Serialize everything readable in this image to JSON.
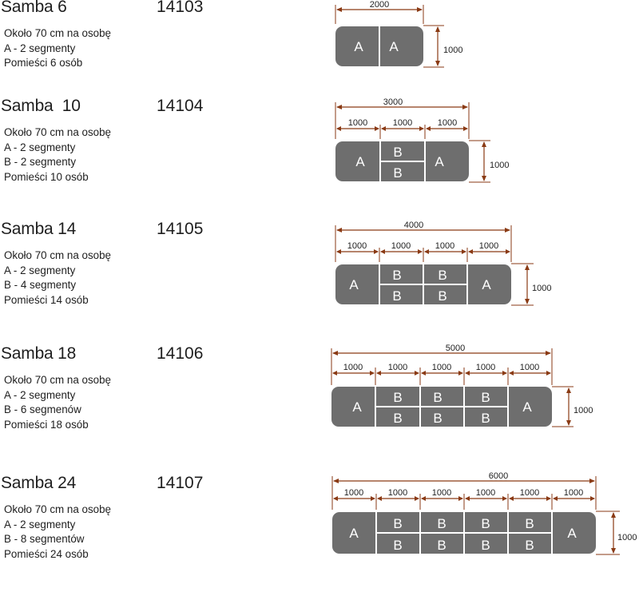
{
  "colors": {
    "segment": "#6e6e6e",
    "dimension": "#8a3a14",
    "separator": "#ffffff"
  },
  "entries": [
    {
      "name": "Samba 6",
      "code": "14103",
      "lines": [
        "Około 70 cm na osobę",
        "A - 2 segmenty",
        "Pomieści 6 osób"
      ],
      "total": "2000",
      "depth": "1000",
      "segments": [
        "A",
        "A"
      ],
      "widths": []
    },
    {
      "name": "Samba  10",
      "code": "14104",
      "lines": [
        "Około 70 cm na osobę",
        "A - 2 segmenty",
        "B - 2 segmenty",
        "Pomieści 10 osób"
      ],
      "total": "3000",
      "depth": "1000",
      "segments": [
        "A",
        "B",
        "B",
        "A"
      ],
      "widths": [
        "1000",
        "1000",
        "1000"
      ]
    },
    {
      "name": "Samba 14",
      "code": "14105",
      "lines": [
        "Około 70 cm na osobę",
        "A - 2 segmenty",
        "B - 4 segmenty",
        "Pomieści 14 osób"
      ],
      "total": "4000",
      "depth": "1000",
      "segments": [
        "A",
        "B",
        "B",
        "B",
        "B",
        "A"
      ],
      "widths": [
        "1000",
        "1000",
        "1000",
        "1000"
      ]
    },
    {
      "name": "Samba 18",
      "code": "14106",
      "lines": [
        "Około 70 cm na osobę",
        "A - 2 segmenty",
        "B - 6 segmenów",
        "Pomieści 18 osób"
      ],
      "total": "5000",
      "depth": "1000",
      "segments": [
        "A",
        "B",
        "B",
        "B",
        "B",
        "B",
        "B",
        "A"
      ],
      "widths": [
        "1000",
        "1000",
        "1000",
        "1000",
        "1000"
      ]
    },
    {
      "name": "Samba 24",
      "code": "14107",
      "lines": [
        "Około 70 cm na osobę",
        "A - 2 segmenty",
        "B - 8 segmentów",
        "Pomieści 24 osób"
      ],
      "total": "6000",
      "depth": "1000",
      "segments": [
        "A",
        "B",
        "B",
        "B",
        "B",
        "B",
        "B",
        "B",
        "B",
        "A"
      ],
      "widths": [
        "1000",
        "1000",
        "1000",
        "1000",
        "1000",
        "1000"
      ]
    }
  ]
}
